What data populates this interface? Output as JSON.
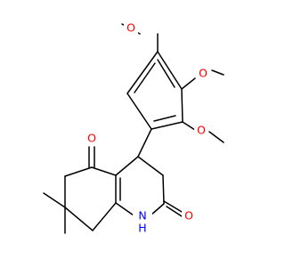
{
  "molecule": {
    "atom_labels": {
      "o_top_methoxy": "O",
      "o_mid_methoxy": "O",
      "o_low_methoxy": "O",
      "o_ketone": "O",
      "o_lactam": "O",
      "nh": "N",
      "nh_h": "H"
    }
  },
  "colors": {
    "bond": "#000000",
    "oxygen": "#ff0000",
    "nitrogen": "#0000ff",
    "background": "#ffffff"
  }
}
